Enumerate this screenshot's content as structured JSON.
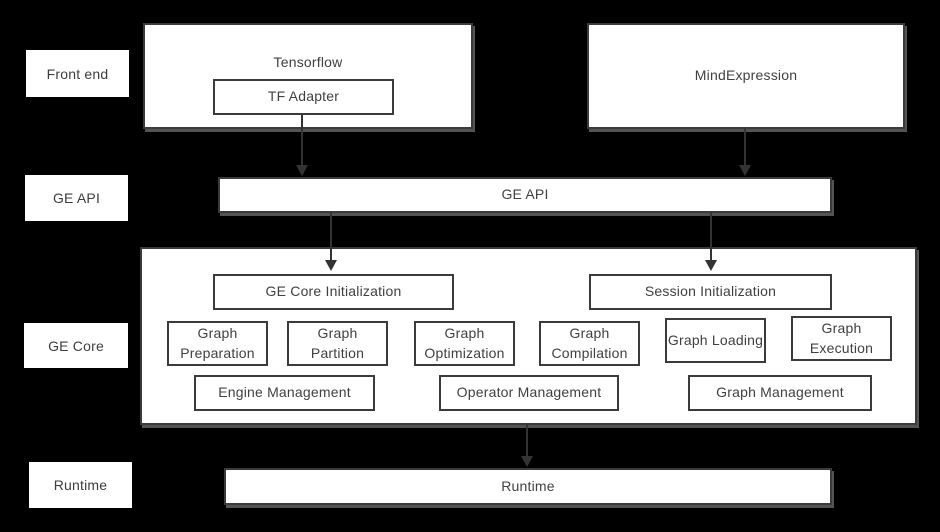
{
  "diagram": {
    "side_labels": {
      "front_end": "Front end",
      "ge_api": "GE API",
      "ge_core": "GE Core",
      "runtime": "Runtime"
    },
    "front_end": {
      "tensorflow_label": "Tensorflow",
      "tf_adapter_label": "TF Adapter",
      "mind_expression_label": "MindExpression"
    },
    "ge_api": {
      "label": "GE API"
    },
    "ge_core": {
      "ge_core_initialization": "GE Core Initialization",
      "session_initialization": "Session Initialization",
      "stages": [
        "Graph Preparation",
        "Graph Partition",
        "Graph Optimization",
        "Graph Compilation",
        "Graph Loading",
        "Graph Execution"
      ],
      "management": [
        "Engine Management",
        "Operator Management",
        "Graph Management"
      ]
    },
    "runtime": {
      "label": "Runtime"
    },
    "colors": {
      "background": "#000000",
      "box_fill": "#ffffff",
      "box_border": "#3b3b3b",
      "text": "#404040",
      "arrow": "#333333",
      "shadow": "#545454"
    }
  }
}
